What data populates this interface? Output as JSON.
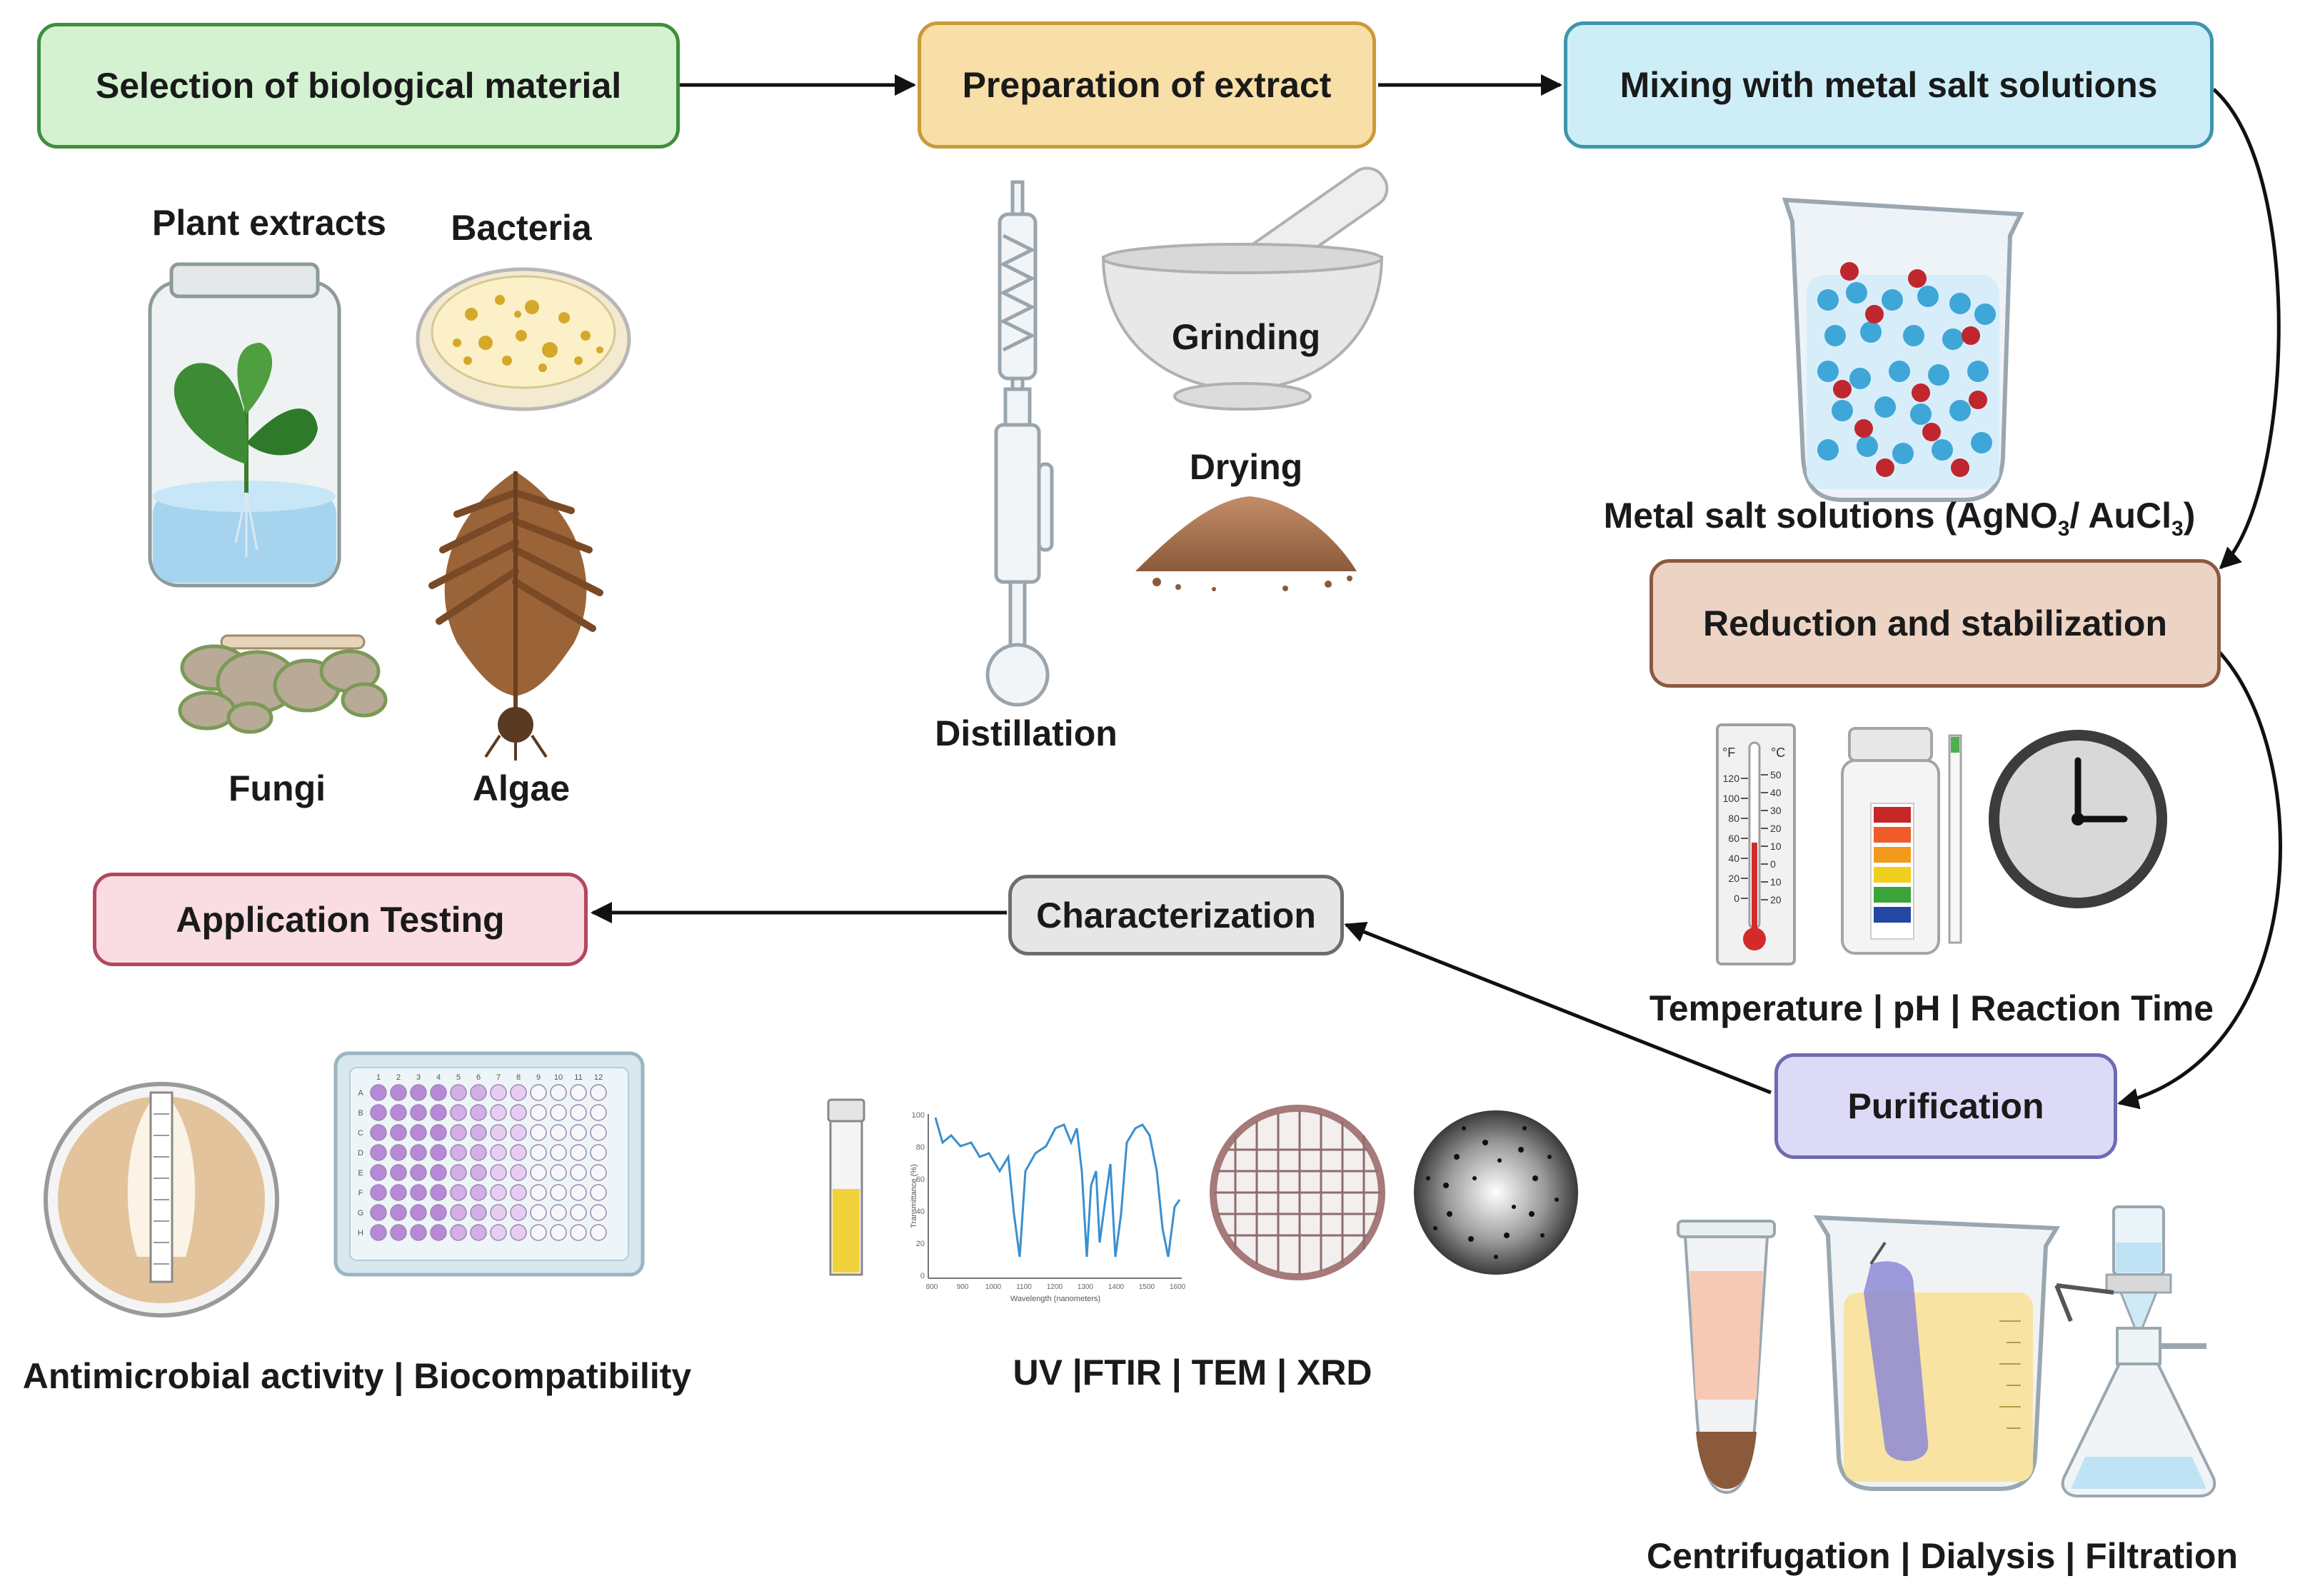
{
  "steps": {
    "selection": "Selection of biological material",
    "preparation": "Preparation of extract",
    "mixing": "Mixing with metal salt solutions",
    "reduction": "Reduction and stabilization",
    "purification": "Purification",
    "characterization": "Characterization",
    "application": "Application Testing"
  },
  "labels": {
    "plant": "Plant extracts",
    "bacteria": "Bacteria",
    "fungi": "Fungi",
    "algae": "Algae",
    "grinding": "Grinding",
    "drying": "Drying",
    "distillation": "Distillation",
    "metal_salt_prefix": "Metal salt solutions (AgNO",
    "metal_salt_sub1": "3",
    "metal_salt_mid": "/ AuCl",
    "metal_salt_sub2": "3",
    "metal_salt_suffix": ")",
    "conditions": "Temperature | pH | Reaction Time",
    "purif_methods": "Centrifugation | Dialysis | Filtration",
    "char_methods": "UV |FTIR | TEM | XRD",
    "app_methods": "Antimicrobial activity | Biocompatibility"
  },
  "thermometer": {
    "f_unit": "°F",
    "c_unit": "°C",
    "f_ticks": [
      "120",
      "100",
      "80",
      "60",
      "40",
      "20",
      "0"
    ],
    "c_ticks": [
      "50",
      "40",
      "30",
      "20",
      "10",
      "0",
      "10",
      "20"
    ]
  },
  "plate": {
    "cols": [
      "1",
      "2",
      "3",
      "4",
      "5",
      "6",
      "7",
      "8",
      "9",
      "10",
      "11",
      "12"
    ],
    "rows": [
      "A",
      "B",
      "C",
      "D",
      "E",
      "F",
      "G",
      "H"
    ]
  },
  "ftir": {
    "ylabel": "Transmittance (%)",
    "xlabel": "Wavelength (nanometers)",
    "yticks": [
      "100",
      "80",
      "60",
      "40",
      "20",
      "0"
    ],
    "xticks": [
      "800",
      "900",
      "1000",
      "1100",
      "1200",
      "1300",
      "1400",
      "1500",
      "1600"
    ]
  },
  "colors": {
    "selection_fill": "#d4f2d2",
    "selection_border": "#3e8f3a",
    "preparation_fill": "#f8dfa7",
    "preparation_border": "#c99a3a",
    "mixing_fill": "#cdeef7",
    "mixing_border": "#3f95ad",
    "reduction_fill": "#ecd3c4",
    "reduction_border": "#8a5a42",
    "purification_fill": "#dcdaf6",
    "purification_border": "#6e6ab3",
    "characterization_fill": "#e6e6e6",
    "characterization_border": "#6d6d6d",
    "application_fill": "#f9dde2",
    "application_border": "#b2485c"
  }
}
